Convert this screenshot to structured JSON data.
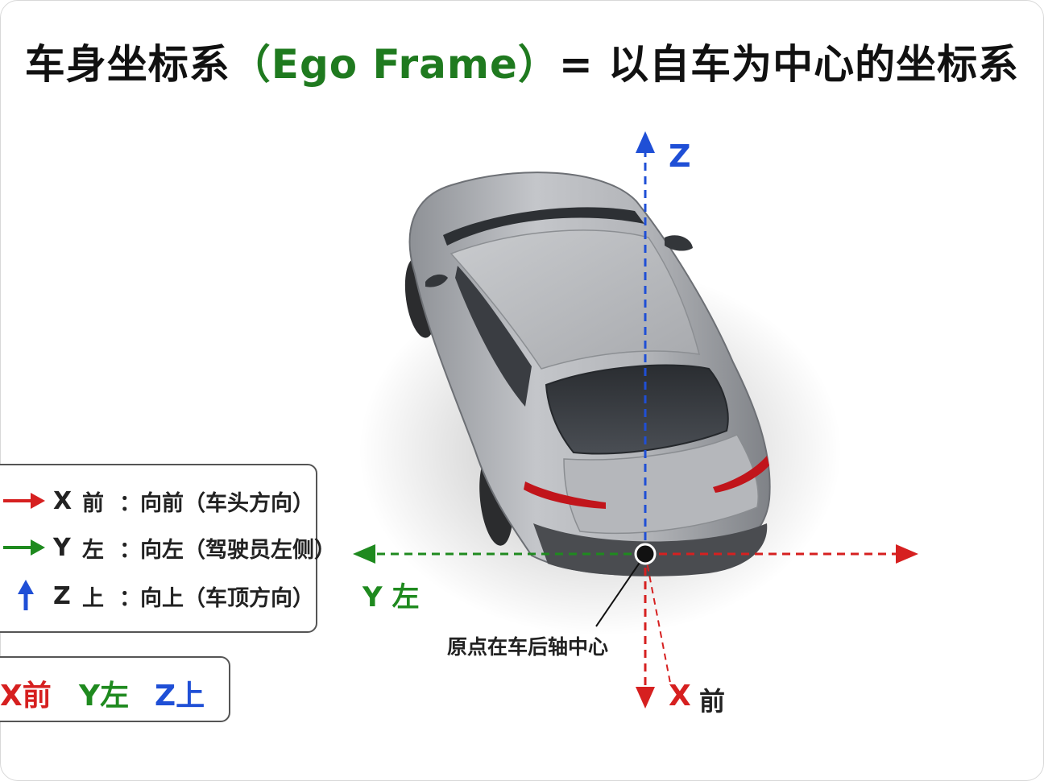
{
  "title": {
    "part1": "车身坐标系",
    "part2": "（Ego Frame）",
    "part3": "= 以自车为中心的坐标系"
  },
  "axes": {
    "z_label": "Z",
    "y_label": "Y 左",
    "x_label_letter": "X",
    "x_label_word": "前"
  },
  "origin_label": "原点在车后轴中心",
  "legend": {
    "rows": [
      {
        "axis": "X",
        "dir": "前",
        "colon": "：",
        "desc": "向前（车头方向）",
        "color": "#d62020"
      },
      {
        "axis": "Y",
        "dir": "左",
        "colon": "：",
        "desc": "向左（驾驶员左侧）",
        "color": "#1f8a1f"
      },
      {
        "axis": "Z",
        "dir": "上",
        "colon": "：",
        "desc": "向上（车顶方向）",
        "color": "#1f4fd6"
      }
    ]
  },
  "summary": {
    "x": "X前",
    "y": "Y左",
    "z": "Z上"
  },
  "colors": {
    "x": "#d62020",
    "y": "#1f8a1f",
    "z": "#1f4fd6",
    "ego_title": "#1f7a1f"
  }
}
